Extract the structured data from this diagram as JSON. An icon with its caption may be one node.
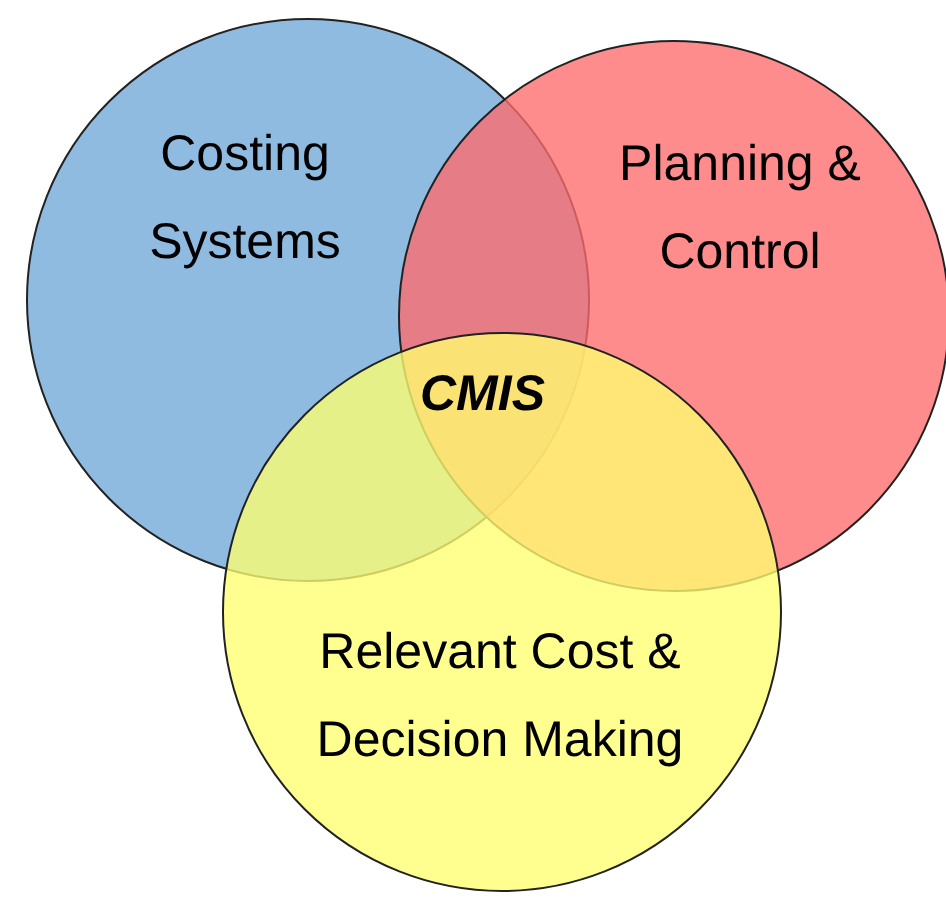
{
  "diagram": {
    "nodes": [
      {
        "text": [
          "Costing Systems"
        ]
      },
      {
        "text": [
          "Planning & Control"
        ]
      },
      {
        "text": [
          "Relevant Cost & Decision Making"
        ]
      }
    ],
    "labels": [
      "CMIS"
    ]
  }
}
